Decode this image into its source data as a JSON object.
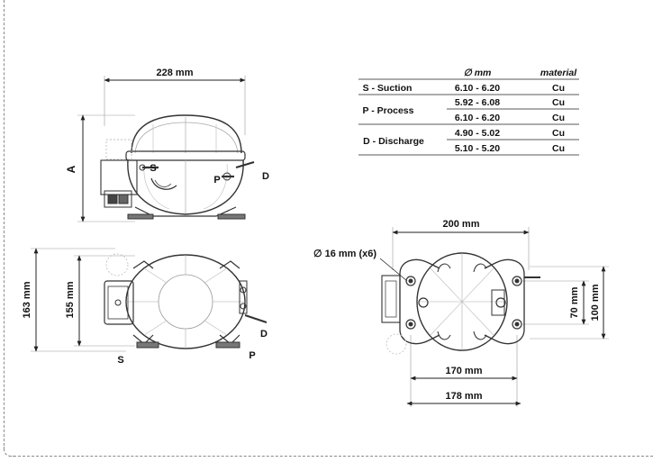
{
  "side_view": {
    "width_label": "228 mm",
    "a_label": "A",
    "s_label": "S",
    "p_label": "P",
    "d_label": "D"
  },
  "top_view": {
    "height_outer_label": "163 mm",
    "height_inner_label": "155 mm",
    "s_label": "S",
    "p_label": "P",
    "d_label": "D"
  },
  "base_view": {
    "width_top_label": "200 mm",
    "holes_label": "∅ 16 mm (x6)",
    "height_inner_label": "70 mm",
    "height_outer_label": "100 mm",
    "width_mid_label": "170 mm",
    "width_bottom_label": "178 mm"
  },
  "connection_table": {
    "header_diameter": "∅ mm",
    "header_material": "material",
    "rows": [
      {
        "label": "S - Suction",
        "diameter": "6.10 - 6.20",
        "material": "Cu"
      },
      {
        "label": "P - Process",
        "diameter": "5.92 - 6.08",
        "material": "Cu"
      },
      {
        "label": "",
        "diameter": "6.10 - 6.20",
        "material": "Cu"
      },
      {
        "label": "D - Discharge",
        "diameter": "4.90 - 5.02",
        "material": "Cu"
      },
      {
        "label": "",
        "diameter": "5.10 - 5.20",
        "material": "Cu"
      }
    ]
  }
}
